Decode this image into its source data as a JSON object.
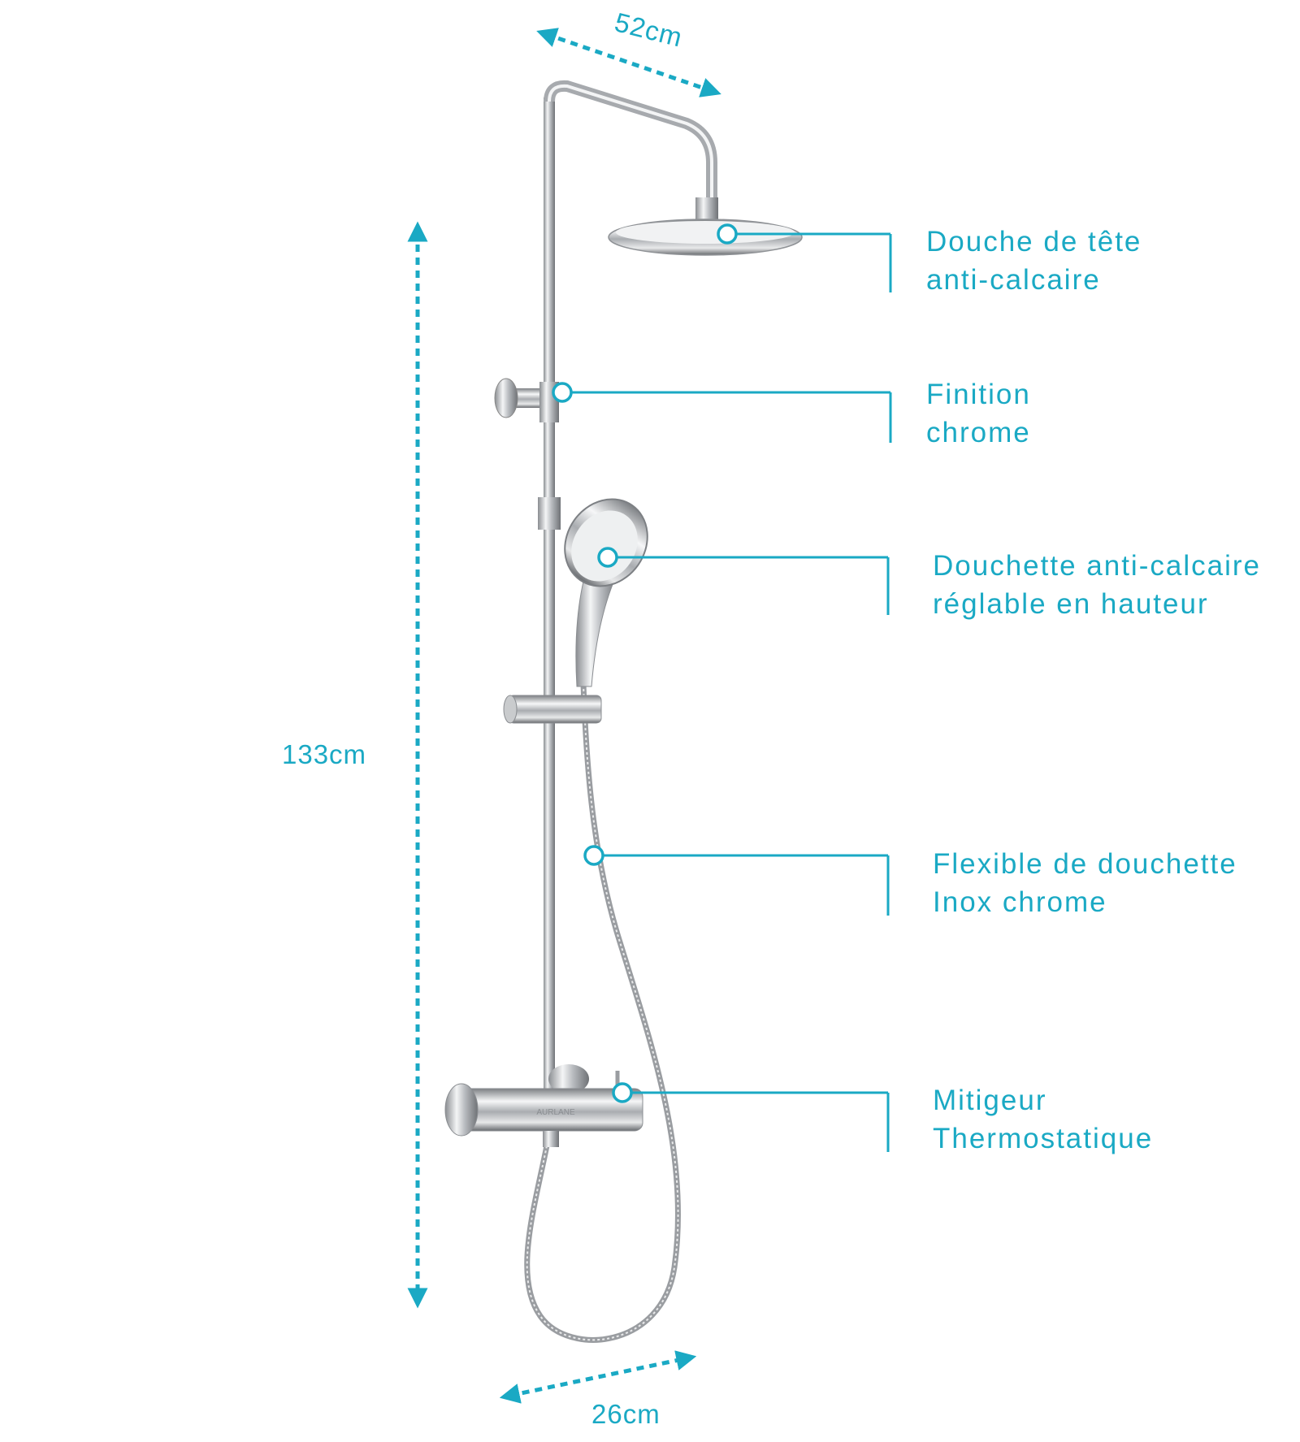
{
  "accent_color": "#1aa9c4",
  "dimensions": {
    "width_top": "52cm",
    "height": "133cm",
    "width_bottom": "26cm"
  },
  "brand_on_mixer": "AURLANE",
  "callouts": [
    {
      "line1": "Douche de tête",
      "line2": "anti-calcaire"
    },
    {
      "line1": "Finition",
      "line2": "chrome"
    },
    {
      "line1": "Douchette anti-calcaire",
      "line2": "réglable en hauteur"
    },
    {
      "line1": "Flexible de douchette",
      "line2": "Inox chrome"
    },
    {
      "line1": "Mitigeur",
      "line2": "Thermostatique"
    }
  ]
}
